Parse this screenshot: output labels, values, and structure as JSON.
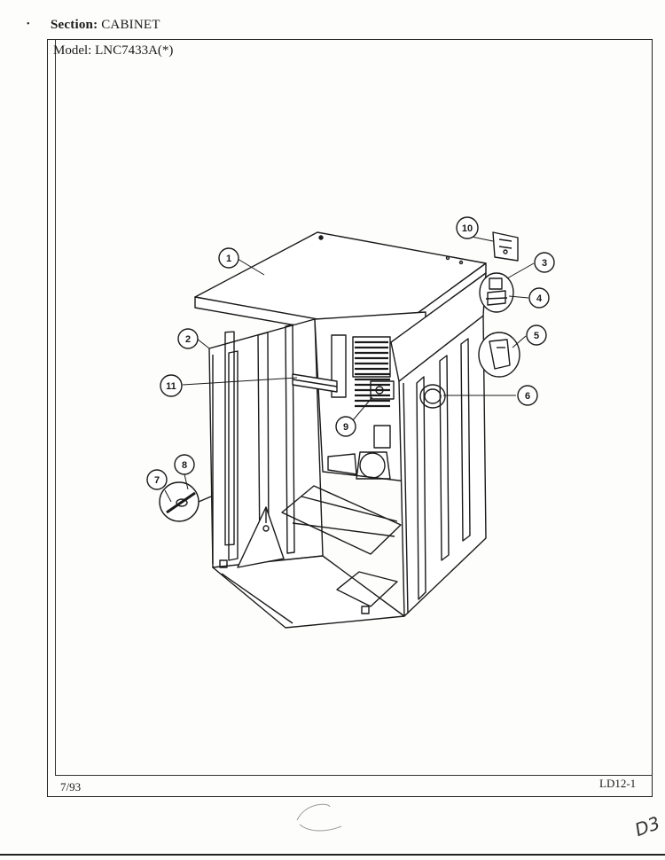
{
  "header": {
    "section_label": "Section:",
    "section_value": "CABINET",
    "model_label": "Model:",
    "model_value": "LNC7433A(*)"
  },
  "callouts": [
    "1",
    "2",
    "3",
    "4",
    "5",
    "6",
    "7",
    "8",
    "9",
    "10",
    "11"
  ],
  "footer": {
    "date": "7/93",
    "code": "LD12-1"
  },
  "handwritten_note": "D3"
}
